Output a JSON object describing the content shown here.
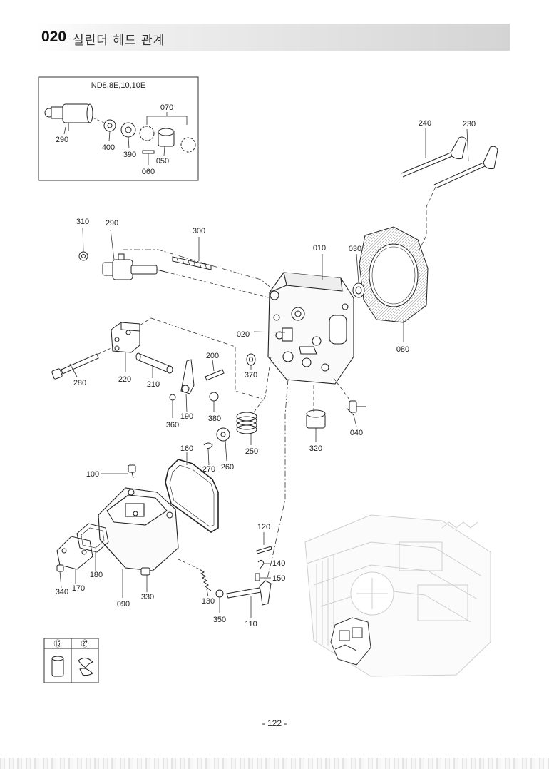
{
  "header": {
    "code": "020",
    "title": "실린더 헤드 관계"
  },
  "inset": {
    "title": "ND8,8E,10,10E"
  },
  "legend": {
    "cells": [
      "⑮",
      "㉗"
    ]
  },
  "page_number": "- 122 -",
  "labels": {
    "p010": "010",
    "p020": "020",
    "p030": "030",
    "p040": "040",
    "p050": "050",
    "p060": "060",
    "p070": "070",
    "p080": "080",
    "p090": "090",
    "p100": "100",
    "p110": "110",
    "p120": "120",
    "p130": "130",
    "p140": "140",
    "p150": "150",
    "p160": "160",
    "p170": "170",
    "p180": "180",
    "p190": "190",
    "p200": "200",
    "p210": "210",
    "p220": "220",
    "p230": "230",
    "p240": "240",
    "p250": "250",
    "p260": "260",
    "p270": "270",
    "p280": "280",
    "p290_inset": "290",
    "p290": "290",
    "p300": "300",
    "p310": "310",
    "p320": "320",
    "p330": "330",
    "p340": "340",
    "p350": "350",
    "p360": "360",
    "p370": "370",
    "p380": "380",
    "p390": "390",
    "p400": "400"
  }
}
